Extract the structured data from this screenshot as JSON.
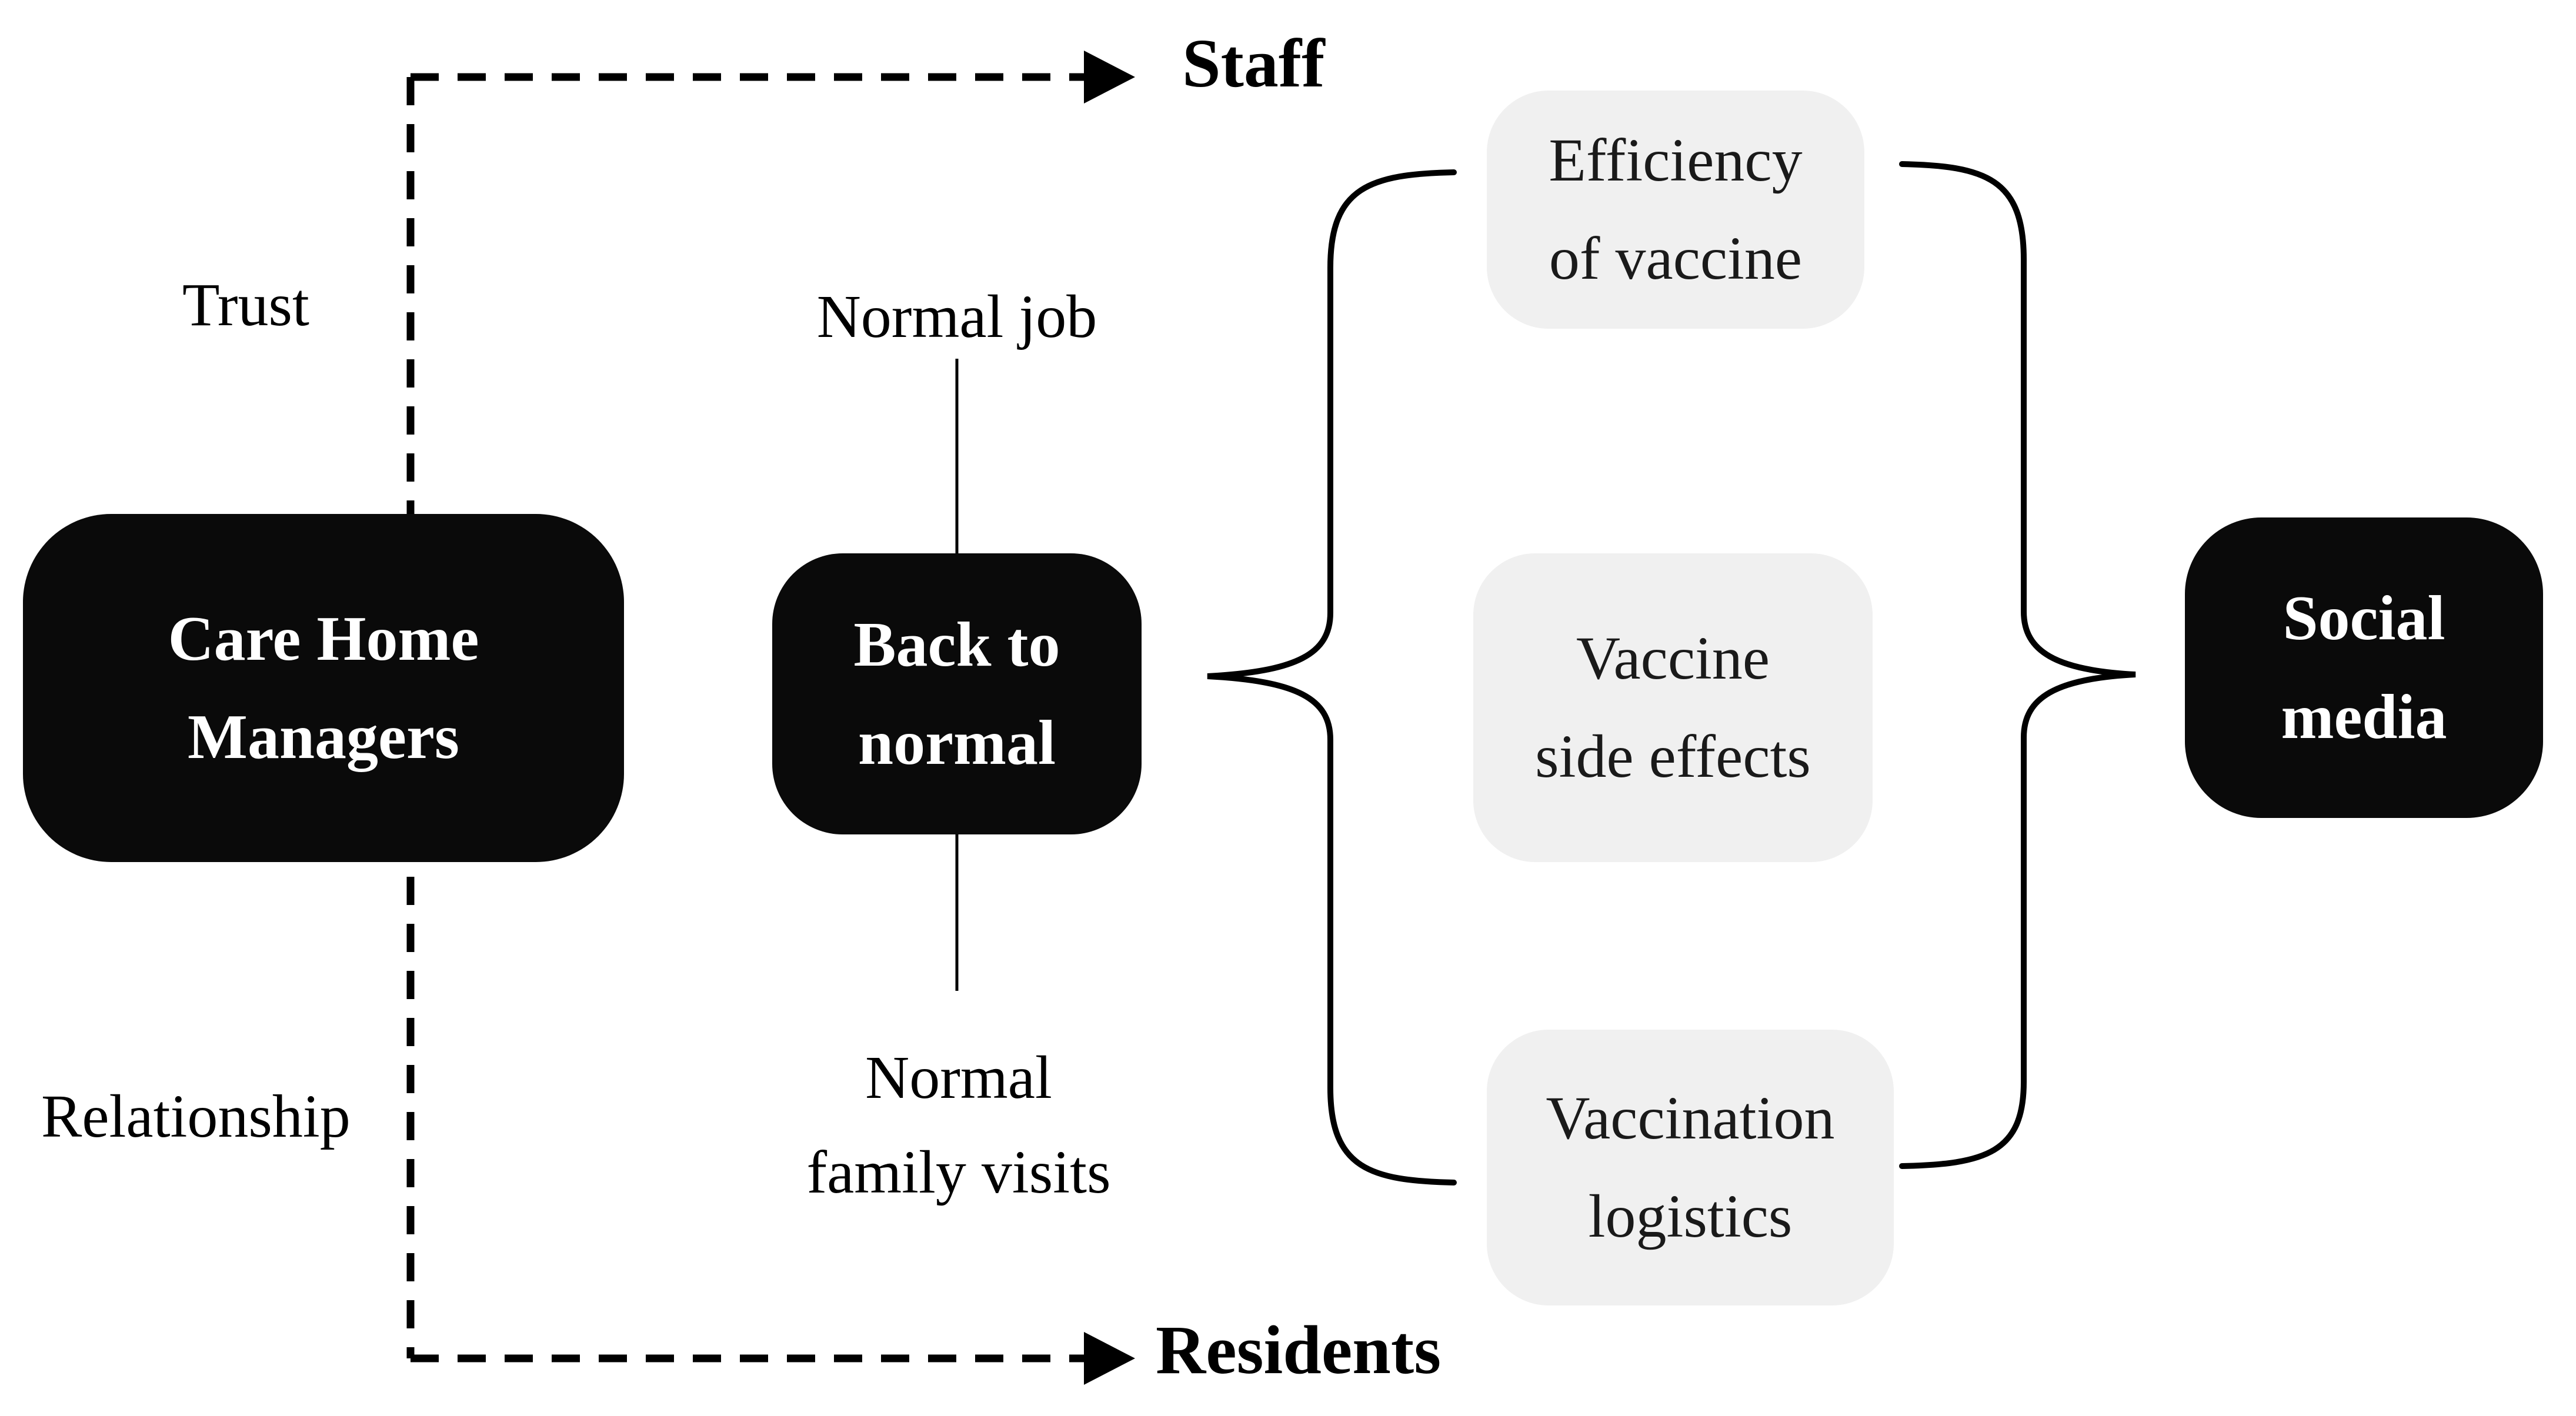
{
  "nodes": {
    "care_home_managers": {
      "line1": "Care Home",
      "line2": "Managers"
    },
    "back_to_normal": {
      "line1": "Back to",
      "line2": "normal"
    },
    "social_media": {
      "line1": "Social",
      "line2": "media"
    },
    "efficiency_of_vaccine": {
      "line1": "Efficiency",
      "line2": "of vaccine"
    },
    "vaccine_side_effects": {
      "line1": "Vaccine",
      "line2": "side effects"
    },
    "vaccination_logistics": {
      "line1": "Vaccination",
      "line2": "logistics"
    }
  },
  "edge_labels": {
    "staff": "Staff",
    "residents": "Residents",
    "trust": "Trust",
    "relationship": "Relationship",
    "normal_job": "Normal job",
    "normal_family_visits_line1": "Normal",
    "normal_family_visits_line2": "family visits"
  },
  "colors": {
    "node_fill_dark": "#0a0a0a",
    "node_fill_light": "#f0f0f0",
    "text_on_dark": "#ffffff",
    "text": "#000000",
    "connector": "#000000",
    "background": "#ffffff"
  }
}
